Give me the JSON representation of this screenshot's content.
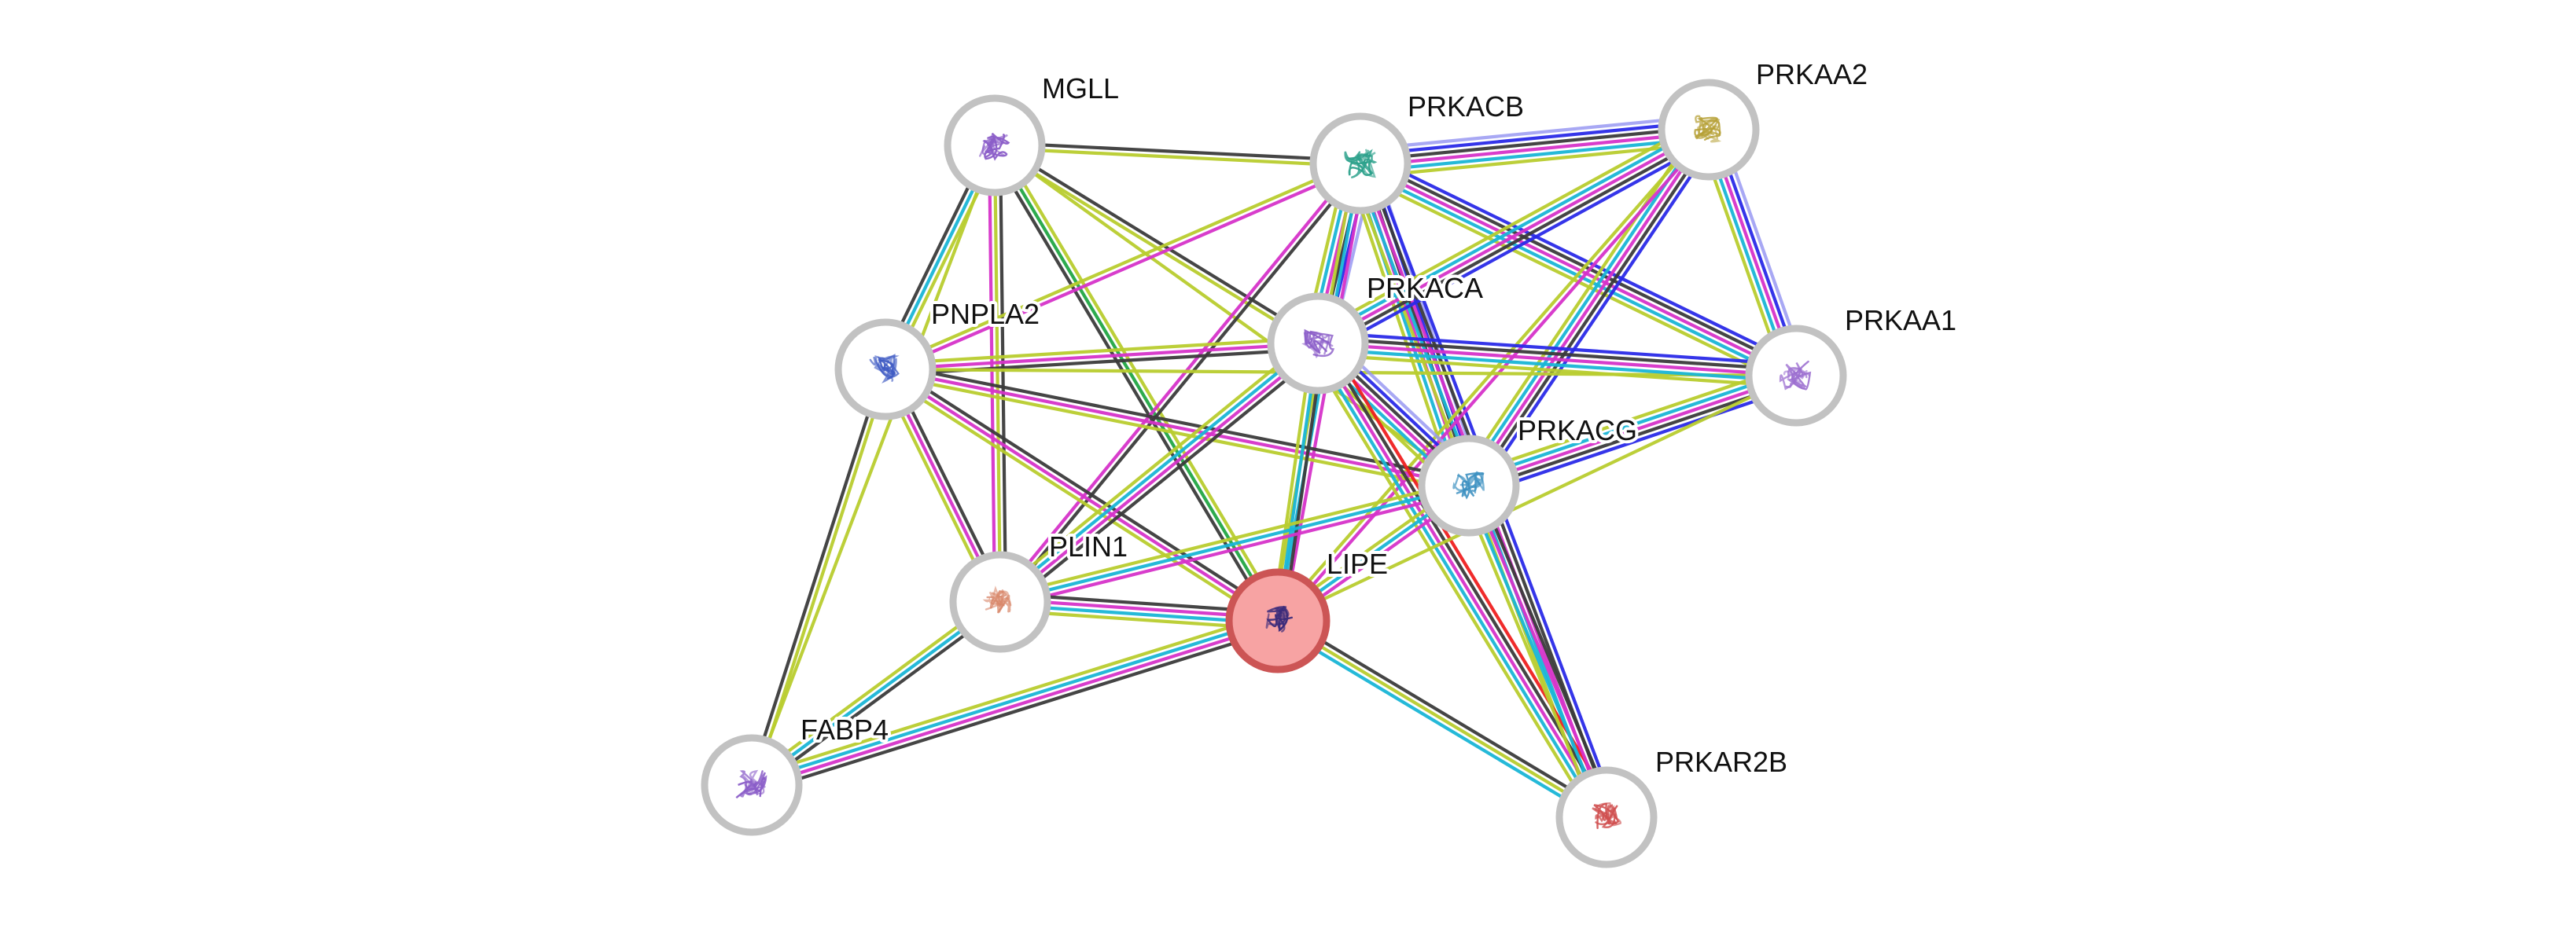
{
  "network": {
    "query_protein": "LIPE",
    "nodes": [
      {
        "id": "MGLL",
        "label": "MGLL",
        "query": false,
        "glyph_color": "#8a5cc8"
      },
      {
        "id": "PRKACB",
        "label": "PRKACB",
        "query": false,
        "glyph_color": "#2aa08a"
      },
      {
        "id": "PRKAA2",
        "label": "PRKAA2",
        "query": false,
        "glyph_color": "#b5a035"
      },
      {
        "id": "PNPLA2",
        "label": "PNPLA2",
        "query": false,
        "glyph_color": "#3f5bc4"
      },
      {
        "id": "PRKACA",
        "label": "PRKACA",
        "query": false,
        "glyph_color": "#8a5cc8"
      },
      {
        "id": "PRKAA1",
        "label": "PRKAA1",
        "query": false,
        "glyph_color": "#9c6fd0"
      },
      {
        "id": "PRKACG",
        "label": "PRKACG",
        "query": false,
        "glyph_color": "#3a8fc0"
      },
      {
        "id": "PLIN1",
        "label": "PLIN1",
        "query": false,
        "glyph_color": "#d9876a"
      },
      {
        "id": "LIPE",
        "label": "LIPE",
        "query": true,
        "glyph_color": "#3a2a7a"
      },
      {
        "id": "FABP4",
        "label": "FABP4",
        "query": false,
        "glyph_color": "#8a5cc8"
      },
      {
        "id": "PRKAR2B",
        "label": "PRKAR2B",
        "query": false,
        "glyph_color": "#d05050"
      }
    ],
    "evidence_colors": {
      "textmining": "#b8cc2e",
      "database": "#19b5d6",
      "experiments": "#d633c9",
      "coexpression": "#3b3b3b",
      "neighborhood": "#2a2ae8",
      "cooccurrence": "#2640e0",
      "homology": "#9999f2",
      "fusion": "#ef2020",
      "gene_neighborhood_green": "#22a745"
    },
    "edges": [
      {
        "a": "MGLL",
        "b": "PRKACB",
        "evidence": [
          "coexpression",
          "textmining"
        ]
      },
      {
        "a": "MGLL",
        "b": "PNPLA2",
        "evidence": [
          "textmining",
          "database",
          "coexpression"
        ]
      },
      {
        "a": "MGLL",
        "b": "PLIN1",
        "evidence": [
          "coexpression",
          "textmining",
          "experiments"
        ]
      },
      {
        "a": "MGLL",
        "b": "LIPE",
        "evidence": [
          "textmining",
          "gene_neighborhood_green",
          "coexpression"
        ]
      },
      {
        "a": "MGLL",
        "b": "PRKACA",
        "evidence": [
          "coexpression",
          "textmining"
        ]
      },
      {
        "a": "MGLL",
        "b": "PRKACG",
        "evidence": [
          "textmining"
        ]
      },
      {
        "a": "MGLL",
        "b": "FABP4",
        "evidence": [
          "textmining"
        ]
      },
      {
        "a": "PRKACB",
        "b": "PRKAA2",
        "evidence": [
          "homology",
          "neighborhood",
          "coexpression",
          "experiments",
          "database",
          "textmining"
        ]
      },
      {
        "a": "PRKACB",
        "b": "PRKAA1",
        "evidence": [
          "neighborhood",
          "coexpression",
          "experiments",
          "database",
          "textmining"
        ]
      },
      {
        "a": "PRKACB",
        "b": "PRKACA",
        "evidence": [
          "homology",
          "neighborhood",
          "coexpression",
          "experiments",
          "database",
          "textmining"
        ]
      },
      {
        "a": "PRKACB",
        "b": "PRKACG",
        "evidence": [
          "homology",
          "neighborhood",
          "coexpression",
          "experiments",
          "database",
          "textmining"
        ]
      },
      {
        "a": "PRKACB",
        "b": "PNPLA2",
        "evidence": [
          "experiments",
          "textmining"
        ]
      },
      {
        "a": "PRKACB",
        "b": "PLIN1",
        "evidence": [
          "coexpression",
          "experiments"
        ]
      },
      {
        "a": "PRKACB",
        "b": "LIPE",
        "evidence": [
          "experiments",
          "database",
          "textmining"
        ]
      },
      {
        "a": "PRKACB",
        "b": "PRKAR2B",
        "evidence": [
          "neighborhood",
          "coexpression",
          "experiments",
          "database",
          "textmining"
        ]
      },
      {
        "a": "PRKAA2",
        "b": "PRKAA1",
        "evidence": [
          "homology",
          "neighborhood",
          "experiments",
          "database",
          "textmining"
        ]
      },
      {
        "a": "PRKAA2",
        "b": "PRKACA",
        "evidence": [
          "neighborhood",
          "coexpression",
          "experiments",
          "database",
          "textmining"
        ]
      },
      {
        "a": "PRKAA2",
        "b": "PRKACG",
        "evidence": [
          "neighborhood",
          "coexpression",
          "experiments",
          "database",
          "textmining"
        ]
      },
      {
        "a": "PRKAA2",
        "b": "LIPE",
        "evidence": [
          "experiments",
          "textmining"
        ]
      },
      {
        "a": "PNPLA2",
        "b": "PRKACA",
        "evidence": [
          "textmining",
          "experiments",
          "coexpression"
        ]
      },
      {
        "a": "PNPLA2",
        "b": "PRKAA1",
        "evidence": [
          "textmining"
        ]
      },
      {
        "a": "PNPLA2",
        "b": "PRKACG",
        "evidence": [
          "coexpression",
          "experiments",
          "textmining"
        ]
      },
      {
        "a": "PNPLA2",
        "b": "PLIN1",
        "evidence": [
          "coexpression",
          "experiments",
          "textmining"
        ]
      },
      {
        "a": "PNPLA2",
        "b": "LIPE",
        "evidence": [
          "coexpression",
          "experiments",
          "textmining"
        ]
      },
      {
        "a": "PNPLA2",
        "b": "FABP4",
        "evidence": [
          "textmining",
          "coexpression"
        ]
      },
      {
        "a": "PRKACA",
        "b": "PRKAA1",
        "evidence": [
          "neighborhood",
          "coexpression",
          "experiments",
          "database",
          "textmining"
        ]
      },
      {
        "a": "PRKACA",
        "b": "PRKACG",
        "evidence": [
          "homology",
          "neighborhood",
          "coexpression",
          "experiments",
          "database",
          "textmining"
        ]
      },
      {
        "a": "PRKACA",
        "b": "PLIN1",
        "evidence": [
          "coexpression",
          "experiments",
          "database",
          "textmining"
        ]
      },
      {
        "a": "PRKACA",
        "b": "LIPE",
        "evidence": [
          "coexpression",
          "database",
          "textmining"
        ]
      },
      {
        "a": "PRKACA",
        "b": "PRKAR2B",
        "evidence": [
          "fusion",
          "coexpression",
          "experiments",
          "database",
          "textmining"
        ]
      },
      {
        "a": "PRKAA1",
        "b": "PRKACG",
        "evidence": [
          "neighborhood",
          "coexpression",
          "experiments",
          "database",
          "textmining"
        ]
      },
      {
        "a": "PRKAA1",
        "b": "LIPE",
        "evidence": [
          "textmining"
        ]
      },
      {
        "a": "PRKACG",
        "b": "PLIN1",
        "evidence": [
          "experiments",
          "database",
          "textmining"
        ]
      },
      {
        "a": "PRKACG",
        "b": "LIPE",
        "evidence": [
          "experiments",
          "database",
          "textmining"
        ]
      },
      {
        "a": "PRKACG",
        "b": "PRKAR2B",
        "evidence": [
          "coexpression",
          "experiments",
          "database",
          "textmining"
        ]
      },
      {
        "a": "PLIN1",
        "b": "LIPE",
        "evidence": [
          "coexpression",
          "experiments",
          "database",
          "textmining"
        ]
      },
      {
        "a": "PLIN1",
        "b": "FABP4",
        "evidence": [
          "coexpression",
          "database",
          "textmining"
        ]
      },
      {
        "a": "LIPE",
        "b": "FABP4",
        "evidence": [
          "coexpression",
          "experiments",
          "database",
          "textmining"
        ]
      },
      {
        "a": "LIPE",
        "b": "PRKAR2B",
        "evidence": [
          "coexpression",
          "textmining",
          "database"
        ]
      }
    ]
  }
}
